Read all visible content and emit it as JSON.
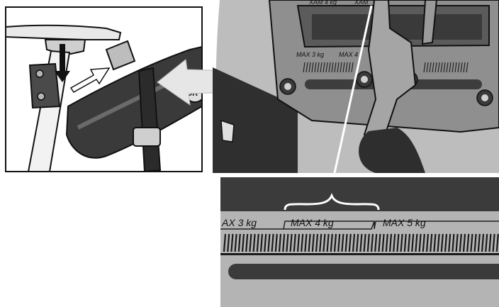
{
  "panels": {
    "bag_view": {
      "logo_text": "OR"
    },
    "mount_view": {
      "labels": [
        "MAX 3 kg",
        "MAX 4"
      ],
      "top_labels": [
        "XAM 4 kg",
        "XAM"
      ]
    },
    "scale_detail": {
      "labels": [
        "AX 3 kg",
        "MAX 4 kg",
        "MAX 5 kg"
      ],
      "highlighted": "MAX 4 kg"
    }
  },
  "colors": {
    "outline": "#111111",
    "metal_light": "#d4d4d4",
    "metal_mid": "#a9a9a9",
    "metal_dark": "#6e6e6e",
    "bag_dark": "#3a3a3a",
    "bag_mid": "#5e5e5e",
    "arrow_fill": "#e6e6e6"
  }
}
